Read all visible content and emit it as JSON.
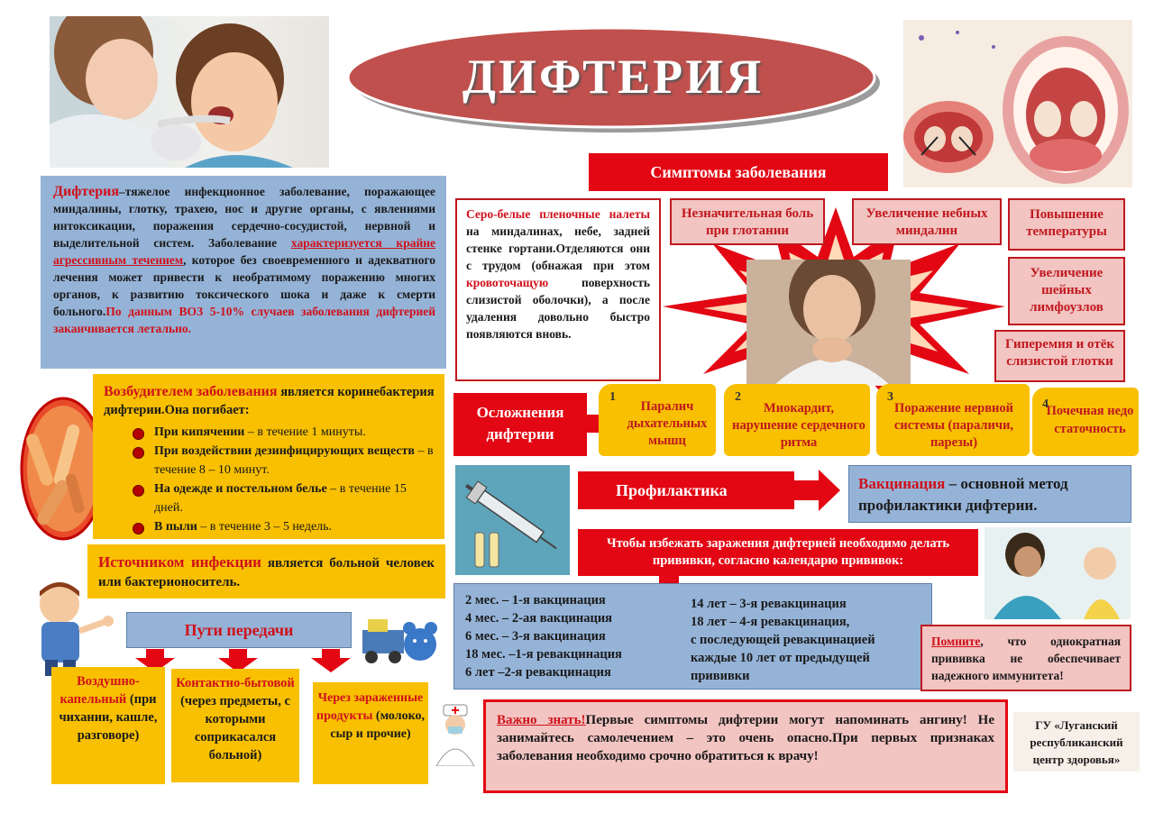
{
  "title": "ДИФТЕРИЯ",
  "definition": {
    "term": "Дифтерия",
    "text1": "–тяжелое инфекционное заболевание, поражающее миндалины, глотку, трахею, нос и другие органы, с явлениями интоксикации, поражения сердечно-сосудистой, нервной и выделительной систем. Заболевание ",
    "highlight": "характеризуется крайне агрессивным течением",
    "text2": ", которое без своевременного и адекватного лечения может привести к необратимому поражению многих органов, к развитию токсического шока и даже к смерти больного.",
    "who": "По данным ВОЗ 5-10% случаев заболевания дифтерией заканчивается летально."
  },
  "pathogen": {
    "intro_red": "Возбудителем заболевания",
    "intro_rest": " является коринебактерия дифтерии.Она погибает:",
    "items": [
      {
        "bold": "При кипячении",
        "rest": " – в течение 1 минуты."
      },
      {
        "bold": "При воздействии дезинфицирующих веществ",
        "rest": " – в течение 8 – 10 минут."
      },
      {
        "bold": "На одежде и постельном белье",
        "rest": " – в течение 15 дней."
      },
      {
        "bold": "В пыли",
        "rest": " – в течение 3 – 5 недель."
      }
    ]
  },
  "source": {
    "red": "Источником инфекции",
    "rest": " является больной человек или бактерионоситель."
  },
  "transmission": {
    "title": "Пути передачи",
    "ways": [
      {
        "red": "Воздушно-капельный",
        "rest": " (при чихании, кашле, разговоре)"
      },
      {
        "red": "Контактно-бытовой",
        "rest": " (через предметы, с которыми соприкасался больной)"
      },
      {
        "red": "Через зараженные продукты",
        "rest": " (молоко, сыр и прочие)"
      }
    ]
  },
  "symptoms": {
    "title": "Симптомы заболевания",
    "membranes_red": "Серо-белые пленочные налеты",
    "membranes_mid": " на миндалинах, небе, задней стенке гортани.Отделяются они с трудом (обнажая при этом ",
    "membranes_red2": "кровоточащую",
    "membranes_end": " поверхность слизистой оболочки), а после удаления довольно быстро появляются вновь.",
    "items": [
      "Незначительная боль при глотании",
      "Увеличение небных миндалин",
      "Повышение температуры",
      "Увеличение шейных лимфоузлов",
      "Гиперемия и отёк слизистой глотки"
    ]
  },
  "complications": {
    "title": "Осложнения дифтерии",
    "items": [
      {
        "num": "1",
        "text": "Паралич дыхательных мышц"
      },
      {
        "num": "2",
        "text": "Миокардит, нарушение сердечного ритма"
      },
      {
        "num": "3",
        "text": "Поражение нервной системы (параличи, парезы)"
      },
      {
        "num": "4",
        "text": "Почечная недостаточность"
      }
    ]
  },
  "prevention": {
    "title": "Профилактика",
    "vacc_red": "Вакцинация",
    "vacc_rest": " – основной метод профилактики дифтерии.",
    "banner": "Чтобы избежать заражения дифтерией необходимо делать прививки, согласно календарю прививок:",
    "schedule_left": [
      "2 мес. – 1-я вакцинация",
      "4 мес. – 2-ая вакцинация",
      "6 мес. – 3-я вакцинация",
      "18 мес. –1-я ревакцинация",
      "6 лет –2-я ревакцинация"
    ],
    "schedule_right": [
      "14 лет – 3-я ревакцинация",
      "18 лет – 4-я ревакцинация,",
      "с последующей ревакцинацией",
      "каждые 10 лет от предыдущей",
      "прививки"
    ],
    "remember_red": "Помните",
    "remember_rest": ", что однократная прививка не обеспечивает надежного иммунитета!"
  },
  "important": {
    "red": "Важно знать!",
    "rest": "Первые симптомы дифтерии могут напоминать ангину! Не занимайтесь самолечением – это очень опасно.При первых признаках заболевания необходимо срочно обратиться к врачу!"
  },
  "org": "ГУ «Луганский республиканский центр здоровья»",
  "colors": {
    "red": "#e30613",
    "yellow": "#f8c000",
    "blue": "#95b3d7",
    "pink": "#f2c4c2",
    "title_oval": "#c0504d"
  }
}
